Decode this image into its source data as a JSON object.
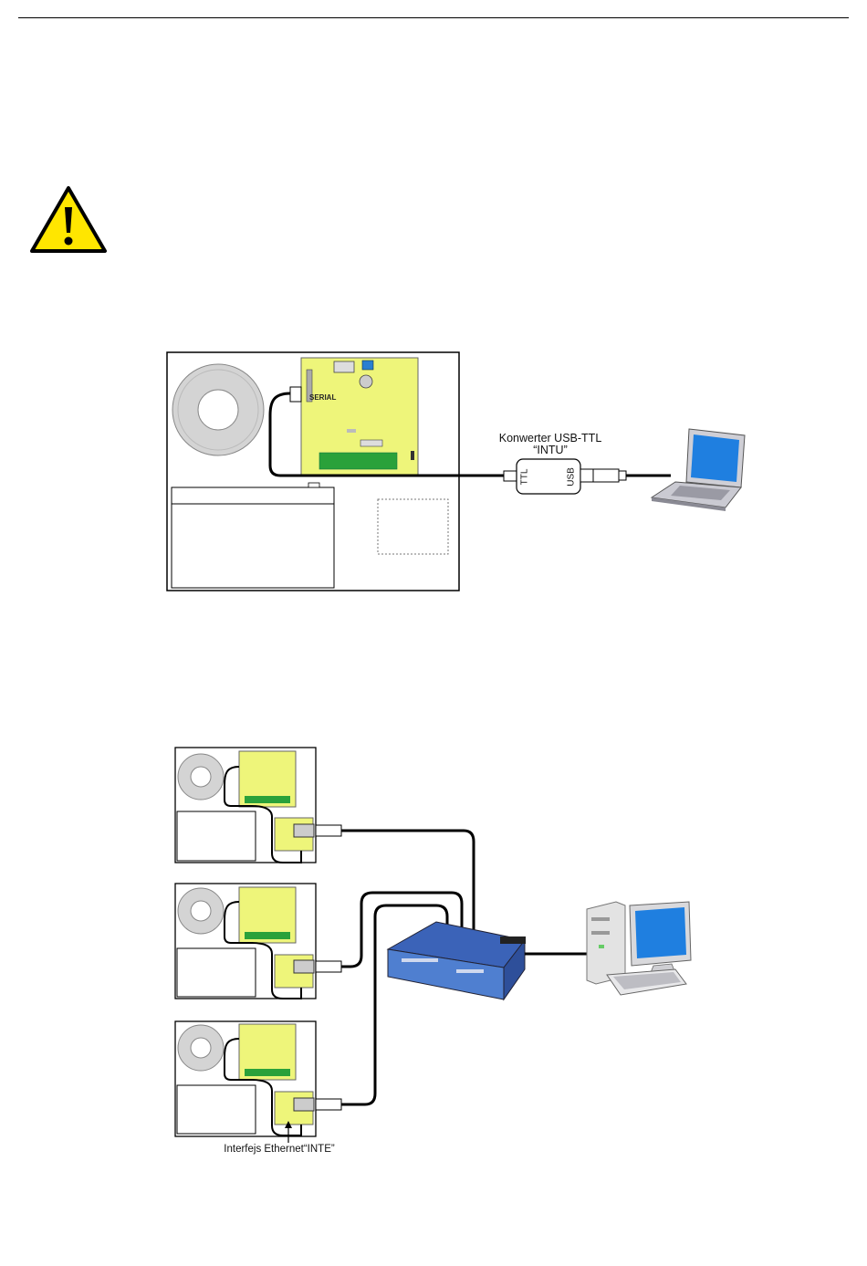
{
  "figure1": {
    "converter_label": "Konwerter USB-TTL",
    "converter_name": "“INTU”",
    "port_ttl": "TTL",
    "port_usb": "USB",
    "board_connector": "SERIAL"
  },
  "figure2": {
    "interface_label": "Interfejs Ethernet“INTE”"
  },
  "colors": {
    "pcb": "#eef57a",
    "router": "#4f7fd0",
    "screen": "#1f7fe0",
    "warning": "#ffe600"
  }
}
